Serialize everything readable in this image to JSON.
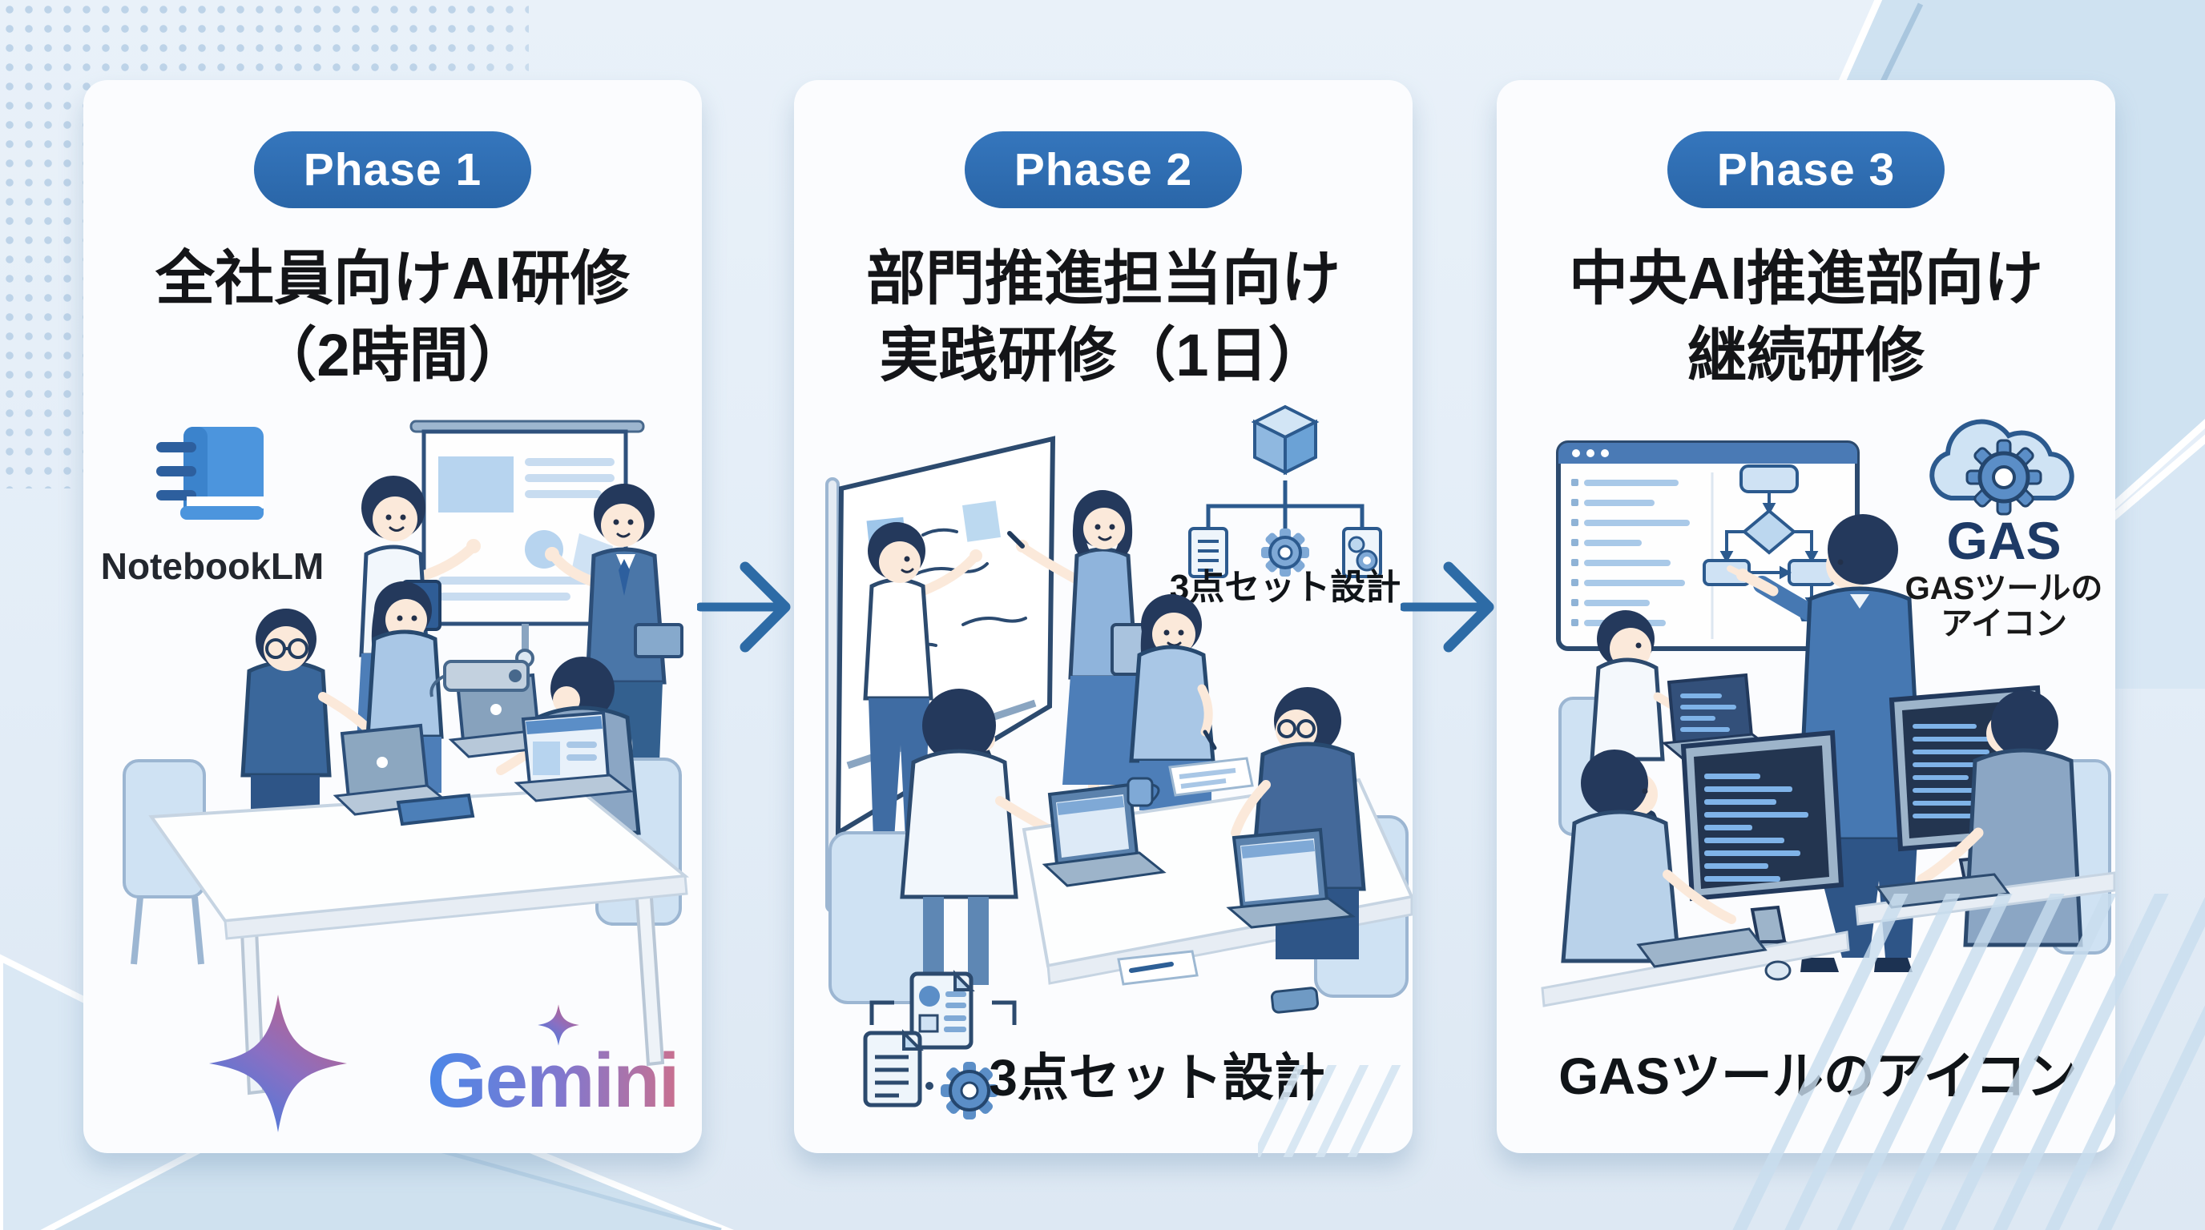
{
  "page": {
    "background_color": "#e3edf7",
    "badge_color": "#2b6aac",
    "arrow_color": "#2d6ba6",
    "card_color": "#fbfcfe"
  },
  "cards": [
    {
      "badge": "Phase 1",
      "title_line1": "全社員向けAI研修",
      "title_line2": "（2時間）",
      "notebooklm_label": "NotebookLM",
      "gemini_label": "Gemini"
    },
    {
      "badge": "Phase 2",
      "title_line1": "部門推進担当向け",
      "title_line2": "実践研修（1日）",
      "set_label_top": "3点セット設計",
      "set_label_bottom": "3点セット設計"
    },
    {
      "badge": "Phase 3",
      "title_line1": "中央AI推進部向け",
      "title_line2": "継続研修",
      "gas_label": "GAS",
      "gas_caption_top_line1": "GASツールの",
      "gas_caption_top_line2": "アイコン",
      "gas_caption_bottom": "GASツールのアイコン"
    }
  ]
}
